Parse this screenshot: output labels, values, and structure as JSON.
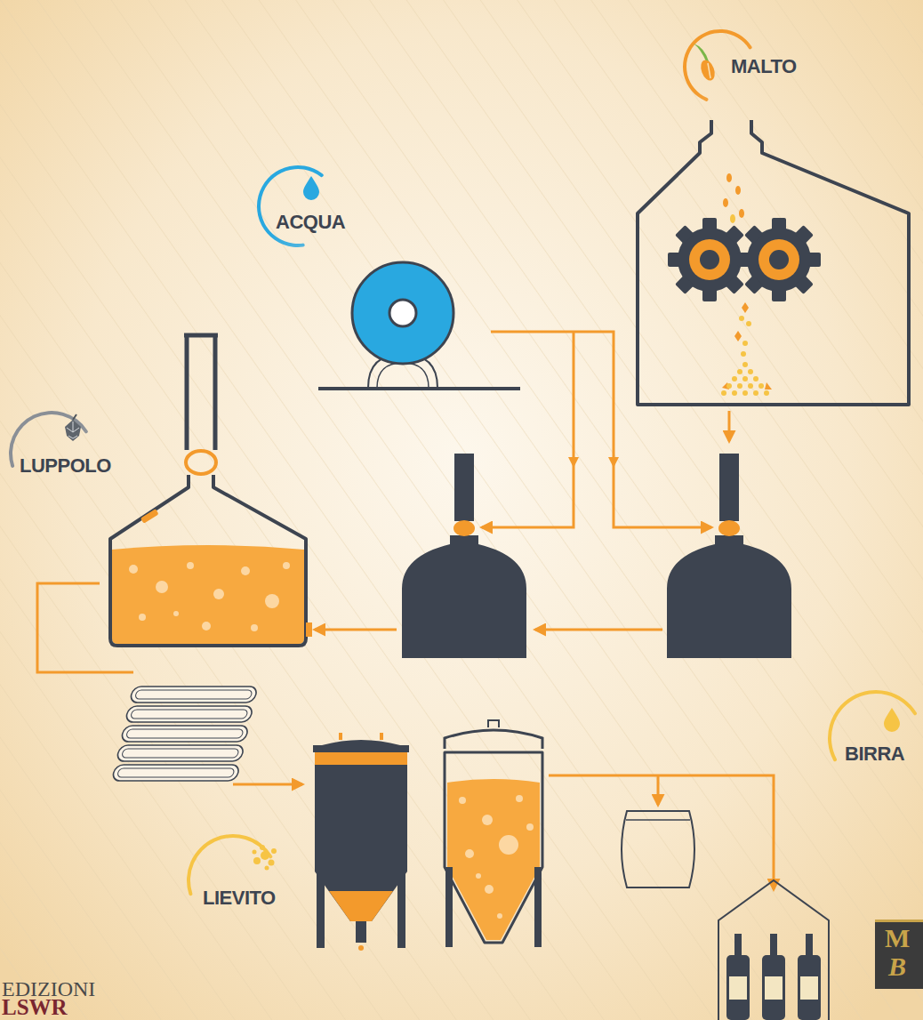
{
  "diagram": {
    "nodes": [
      {
        "text": [
          "MALTO"
        ]
      },
      {
        "text": [
          "ACQUA"
        ]
      },
      {
        "text": [
          "LUPPOLO"
        ]
      },
      {
        "text": [
          "BIRRA"
        ]
      },
      {
        "text": [
          "LIEVITO"
        ]
      }
    ],
    "labels": [
      "EDIZIONI",
      "LSWR",
      "M",
      "B"
    ]
  }
}
